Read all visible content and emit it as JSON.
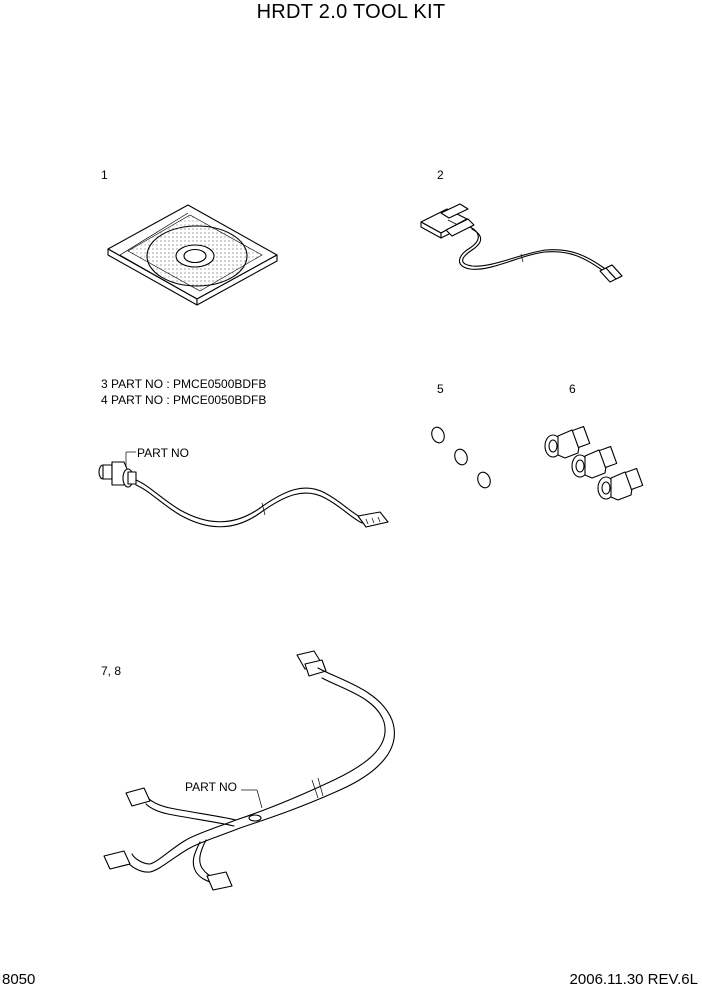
{
  "title": "HRDT 2.0 TOOL KIT",
  "labels": {
    "item1": "1",
    "item2": "2",
    "item3": "3  PART NO : PMCE0500BDFB",
    "item4": "4  PART NO : PMCE0050BDFB",
    "item5": "5",
    "item6": "6",
    "item78": "7, 8",
    "partno_sensor": "PART NO",
    "partno_harness": "PART NO"
  },
  "footer": {
    "page_number": "8050",
    "revision": "2006.11.30  REV.6L"
  },
  "icons": [
    "cd-disc-icon",
    "serial-cable-icon",
    "pressure-sensor-cable-icon",
    "o-ring-icon",
    "fitting-icon",
    "wire-harness-icon"
  ]
}
